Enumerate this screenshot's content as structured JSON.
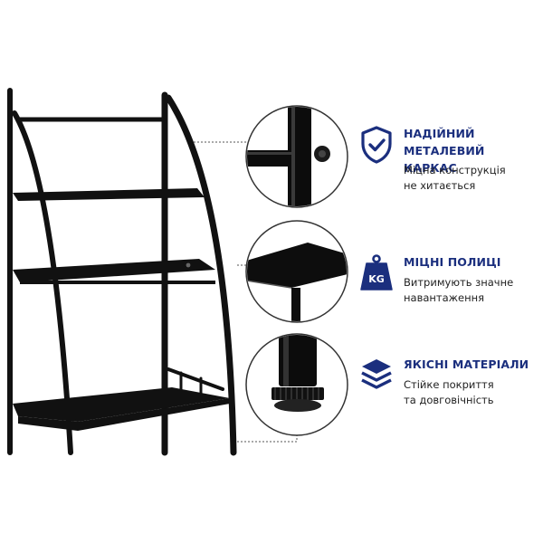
{
  "colors": {
    "accent": "#1b2f7e",
    "metal": "#111111",
    "text": "#222222",
    "background": "#ffffff"
  },
  "features": [
    {
      "icon": "shield-check-icon",
      "title": "НАДІЙНИЙ\nМЕТАЛЕВИЙ КАРКАС",
      "description": "Міцна конструкція\nне хитається"
    },
    {
      "icon": "kg-weight-icon",
      "title": "МІЦНІ ПОЛИЦІ",
      "description": "Витримують значне\nнавантаження"
    },
    {
      "icon": "layers-icon",
      "title": "ЯКІСНІ МАТЕРІАЛИ",
      "description": "Стійке покриття\nта довговічність"
    }
  ],
  "badges": {
    "weight_label": "KG"
  }
}
